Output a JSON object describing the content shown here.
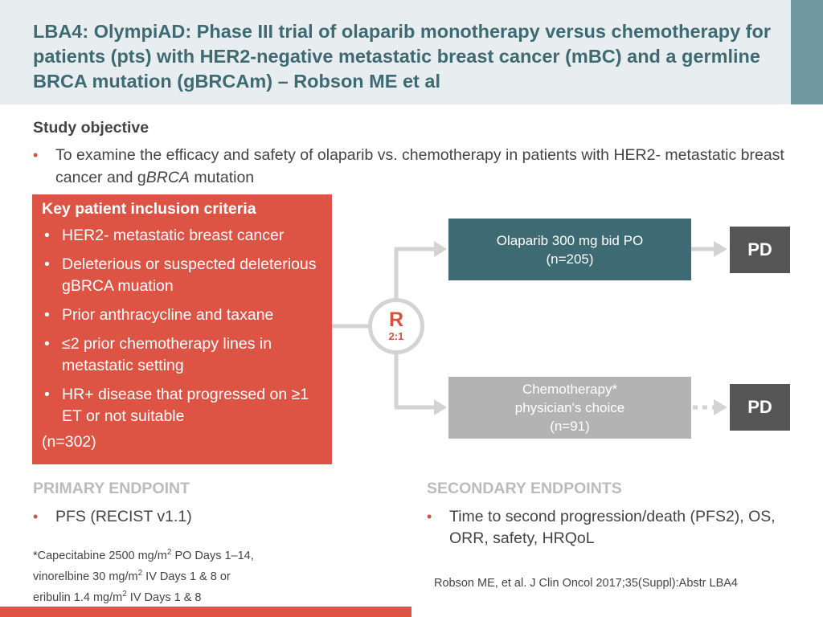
{
  "header": {
    "title": "LBA4: OlympiAD: Phase III trial of olaparib monotherapy versus chemotherapy for patients (pts) with HER2-negative metastatic breast cancer (mBC) and a germline BRCA mutation (gBRCAm) – Robson ME et al"
  },
  "objective": {
    "heading": "Study objective",
    "text_before": "To examine the efficacy and safety of olaparib vs. chemotherapy in patients with HER2- metastatic breast cancer and g",
    "text_italic": "BRCA",
    "text_after": " mutation"
  },
  "inclusion": {
    "heading": "Key patient inclusion criteria",
    "items": [
      "HER2- metastatic breast cancer",
      "Deleterious or suspected deleterious gBRCA muation",
      "Prior anthracycline and taxane",
      "≤2 prior chemotherapy lines in metastatic setting",
      "HR+ disease that progressed on ≥1 ET or not suitable"
    ],
    "n": "(n=302)"
  },
  "randomization": {
    "letter": "R",
    "ratio": "2:1"
  },
  "arms": {
    "olaparib": {
      "line1": "Olaparib 300 mg bid PO",
      "line2": "(n=205)"
    },
    "chemo": {
      "line1": "Chemotherapy*",
      "line2": "physician's choice",
      "line3": "(n=91)"
    }
  },
  "outcome": {
    "pd1": "PD",
    "pd2": "PD"
  },
  "primary_endpoint": {
    "heading": "PRIMARY ENDPOINT",
    "item": "PFS (RECIST v1.1)"
  },
  "secondary_endpoints": {
    "heading": "SECONDARY ENDPOINTS",
    "item": "Time to second progression/death (PFS2), OS, ORR, safety, HRQoL"
  },
  "footnote": {
    "l1a": "*Capecitabine 2500 mg/m",
    "l1sup": "2",
    "l1b": " PO Days 1–14,",
    "l2a": "vinorelbine 30 mg/m",
    "l2sup": "2",
    "l2b": " IV Days 1 & 8 or",
    "l3a": "eribulin 1.4 mg/m",
    "l3sup": "2",
    "l3b": " IV Days 1 & 8"
  },
  "citation": "Robson ME, et al. J Clin Oncol 2017;35(Suppl):Abstr LBA4",
  "colors": {
    "accent_red": "#dd5444",
    "teal_dark": "#3e6a74",
    "teal_accent": "#6f98a0",
    "header_bg": "#e8edf0",
    "grey_box": "#b3b3b3",
    "pd_box": "#555555",
    "arrow": "#d3d3d3"
  },
  "bullet_symbol": "•"
}
